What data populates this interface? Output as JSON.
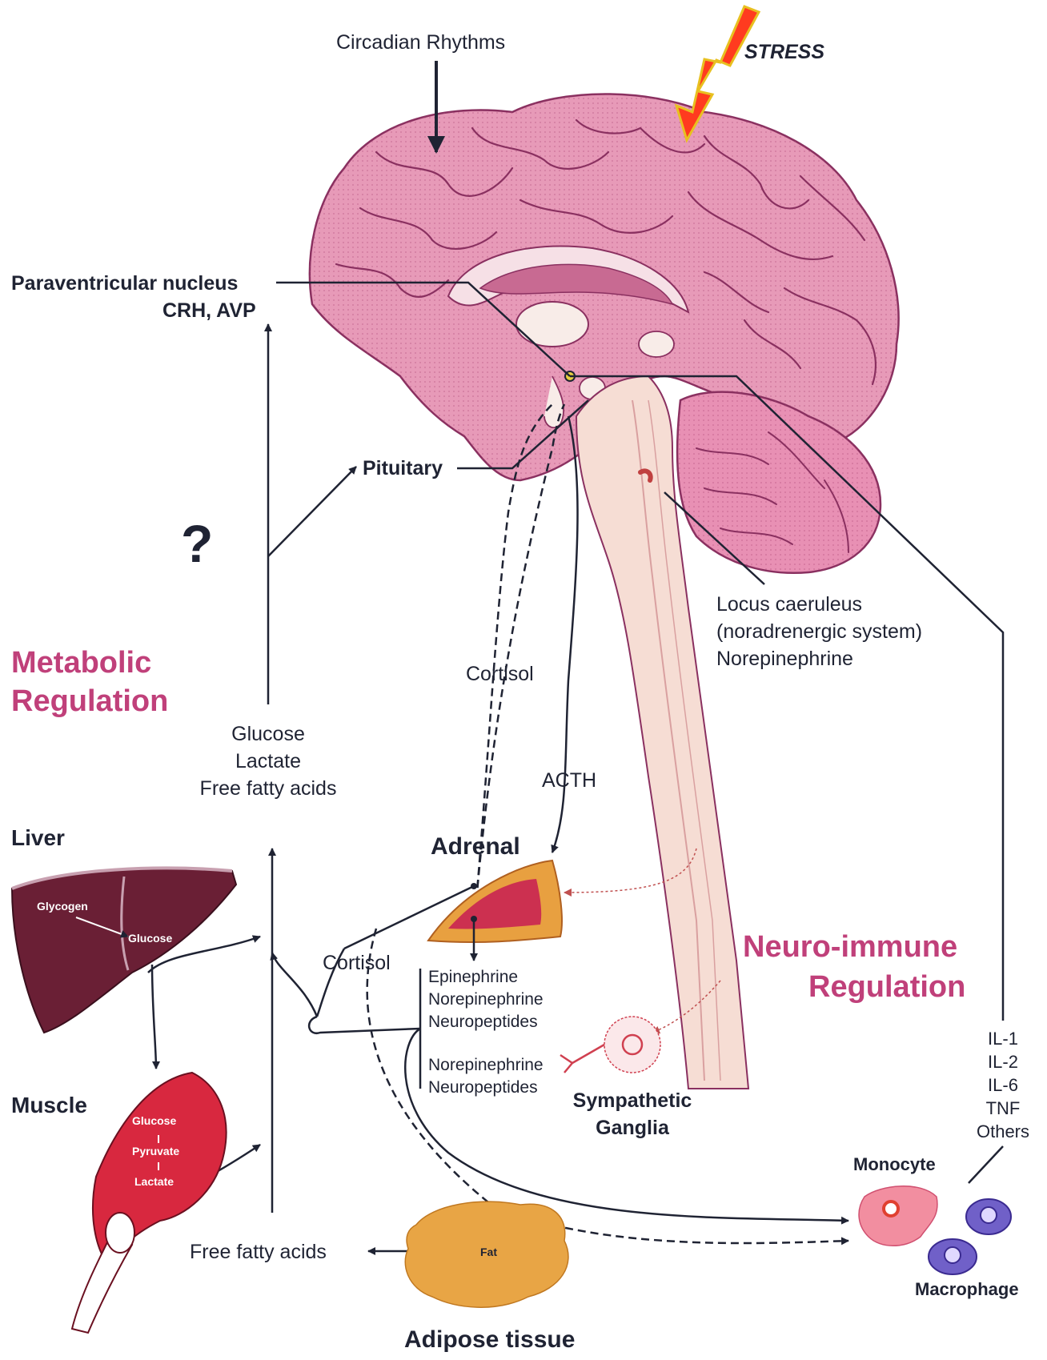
{
  "labels": {
    "circadian": "Circadian Rhythms",
    "stress": "STRESS",
    "pvn_line1": "Paraventricular nucleus",
    "pvn_line2": "CRH, AVP",
    "pituitary": "Pituitary",
    "question": "?",
    "metabolic_line1": "Metabolic",
    "metabolic_line2": "Regulation",
    "cortisol_upper": "Cortisol",
    "acth": "ACTH",
    "locus_line1": "Locus caeruleus",
    "locus_line2": "(noradrenergic system)",
    "locus_line3": "Norepinephrine",
    "substrate_1": "Glucose",
    "substrate_2": "Lactate",
    "substrate_3": "Free fatty acids",
    "liver": "Liver",
    "glycogen": "Glycogen",
    "liver_glucose": "Glucose",
    "adrenal": "Adrenal",
    "cortisol_lower": "Cortisol",
    "adrenal_out_1": "Epinephrine",
    "adrenal_out_2": "Norepinephrine",
    "adrenal_out_3": "Neuropeptides",
    "symp_out_1": "Norepinephrine",
    "symp_out_2": "Neuropeptides",
    "neuro_line1": "Neuro-immune",
    "neuro_line2": "Regulation",
    "muscle": "Muscle",
    "muscle_glucose": "Glucose",
    "muscle_pyruvate": "Pyruvate",
    "muscle_lactate": "Lactate",
    "sympathetic_line1": "Sympathetic",
    "sympathetic_line2": "Ganglia",
    "cytokine_1": "IL-1",
    "cytokine_2": "IL-2",
    "cytokine_3": "IL-6",
    "cytokine_4": "TNF",
    "cytokine_5": "Others",
    "monocyte": "Monocyte",
    "macrophage": "Macrophage",
    "ffa": "Free fatty acids",
    "fat": "Fat",
    "adipose": "Adipose tissue"
  },
  "colors": {
    "brain": "#e79ab8",
    "brain_dark": "#b44a7c",
    "brainstem": "#f6ddd4",
    "cerebellum": "#e890b4",
    "liver": "#6a1f35",
    "muscle": "#d8283f",
    "adrenal_outer": "#e8a040",
    "adrenal_inner": "#cc3050",
    "fat": "#e8a545",
    "monocyte": "#f28ea0",
    "macrophage": "#7060c8",
    "stress_bolt": "#ff3b1f",
    "accent_title": "#c0407a",
    "ink": "#1f2333"
  }
}
